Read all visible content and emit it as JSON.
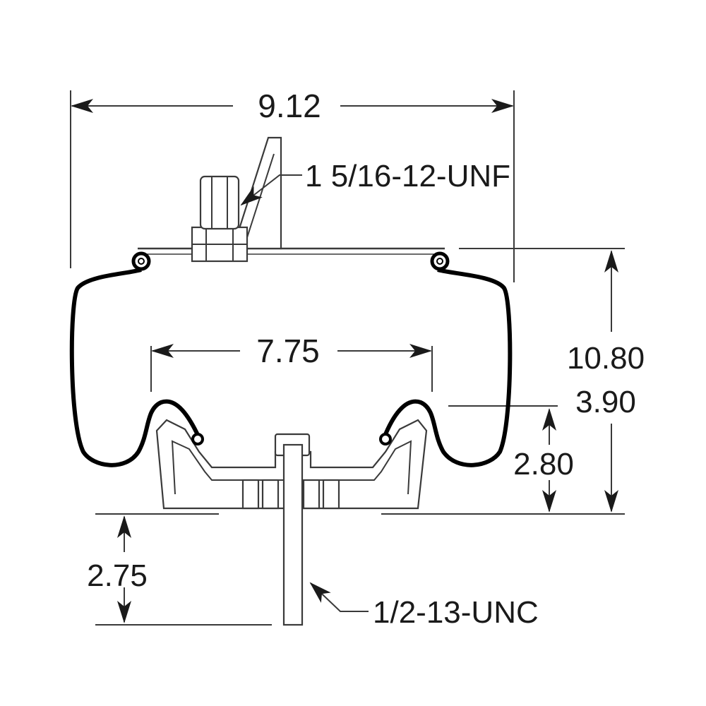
{
  "dimensions": {
    "overall_width": "9.12",
    "piston_width": "7.75",
    "design_height": "10.80",
    "min_height": "3.90",
    "piston_height": "2.80",
    "stud_length": "2.75"
  },
  "threads": {
    "top_fitting": "1 5/16-12-UNF",
    "bottom_stud": "1/2-13-UNC"
  },
  "colors": {
    "line": "#3a3a3a",
    "bellows": "#000000",
    "background": "#ffffff"
  }
}
